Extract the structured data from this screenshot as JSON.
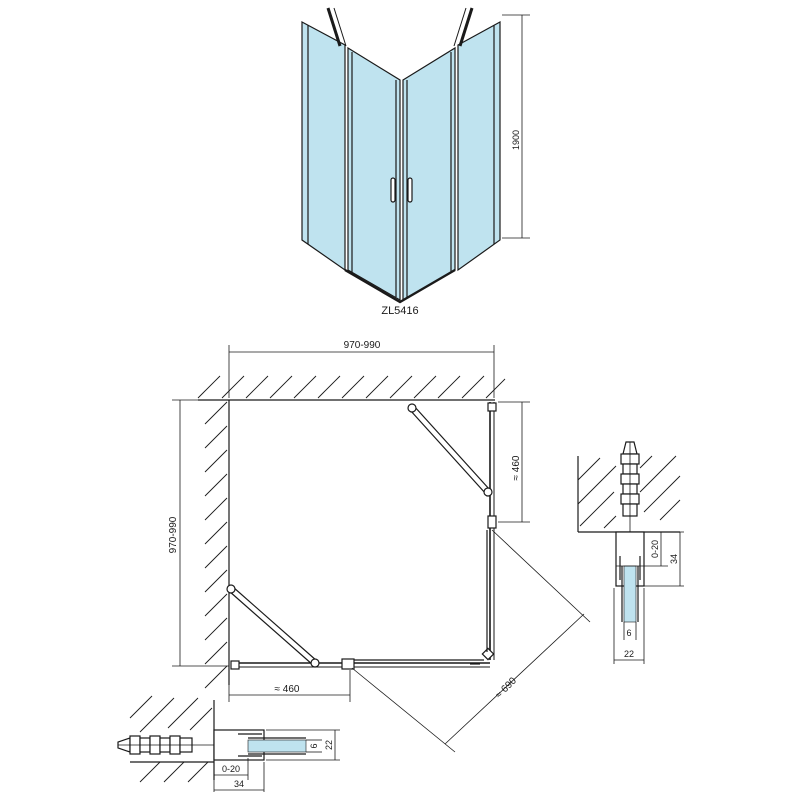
{
  "product_code": "ZL5416",
  "dimensions": {
    "height": "1900",
    "width_top": "970-990",
    "depth_left": "970-990",
    "door_right": "≈ 460",
    "door_bottom": "≈ 460",
    "diagonal": "≈ 690"
  },
  "profile_right": {
    "adjust": "0-20",
    "depth": "34",
    "glass": "6",
    "width": "22"
  },
  "profile_bottom": {
    "adjust": "0-20",
    "depth": "34",
    "glass": "6",
    "width": "22"
  }
}
